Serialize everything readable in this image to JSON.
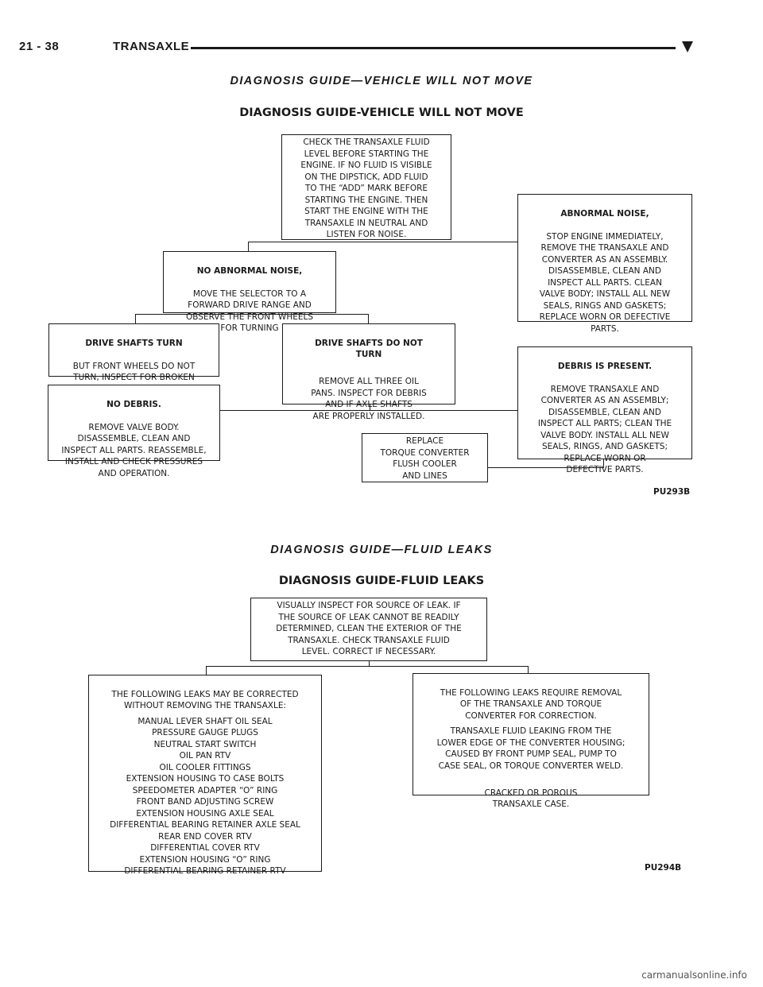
{
  "header": {
    "page_number": "21 - 38",
    "section": "TRANSAXLE"
  },
  "figure1": {
    "caption": "DIAGNOSIS GUIDE—VEHICLE WILL NOT MOVE",
    "title": "DIAGNOSIS GUIDE-VEHICLE WILL NOT MOVE",
    "id": "PU293B",
    "boxes": {
      "check_fluid": "CHECK THE TRANSAXLE FLUID\nLEVEL BEFORE STARTING THE\nENGINE. IF NO FLUID IS VISIBLE\nON THE DIPSTICK, ADD FLUID\nTO THE “ADD” MARK BEFORE\nSTARTING THE ENGINE. THEN\nSTART THE ENGINE WITH THE\nTRANSAXLE IN NEUTRAL AND\nLISTEN FOR NOISE.",
      "abnormal_noise_head": "ABNORMAL NOISE,",
      "abnormal_noise_body": "STOP ENGINE IMMEDIATELY,\nREMOVE THE TRANSAXLE AND\nCONVERTER AS AN ASSEMBLY.\nDISASSEMBLE, CLEAN AND\nINSPECT ALL PARTS. CLEAN\nVALVE BODY; INSTALL ALL NEW\nSEALS, RINGS AND GASKETS;\nREPLACE WORN OR DEFECTIVE\nPARTS.",
      "no_abnormal_head": "NO ABNORMAL NOISE,",
      "no_abnormal_body": "MOVE THE SELECTOR TO A\nFORWARD DRIVE RANGE AND\nOBSERVE THE FRONT WHEELS\nFOR TURNING",
      "shafts_turn_head": "DRIVE SHAFTS TURN",
      "shafts_turn_body": "BUT FRONT WHEELS DO NOT\nTURN, INSPECT FOR BROKEN\nDRIVE SHAFT PARTS.",
      "shafts_not_turn_head": "DRIVE SHAFTS DO NOT\nTURN",
      "shafts_not_turn_body": "REMOVE ALL THREE OIL\nPANS. INSPECT FOR DEBRIS\nAND IF AXLE SHAFTS\nARE PROPERLY INSTALLED.",
      "debris_head": "DEBRIS IS PRESENT.",
      "debris_body": "REMOVE TRANSAXLE AND\nCONVERTER AS AN ASSEMBLY;\nDISASSEMBLE, CLEAN AND\nINSPECT ALL PARTS; CLEAN THE\nVALVE BODY. INSTALL ALL NEW\nSEALS, RINGS, AND GASKETS;\nREPLACE WORN OR\nDEFECTIVE PARTS.",
      "no_debris_head": "NO DEBRIS.",
      "no_debris_body": "REMOVE VALVE BODY.\nDISASSEMBLE, CLEAN AND\nINSPECT ALL PARTS. REASSEMBLE,\nINSTALL AND CHECK PRESSURES\nAND OPERATION.",
      "replace_converter": "REPLACE\nTORQUE CONVERTER\nFLUSH COOLER\nAND LINES"
    }
  },
  "figure2": {
    "caption": "DIAGNOSIS GUIDE—FLUID LEAKS",
    "title": "DIAGNOSIS GUIDE-FLUID LEAKS",
    "id": "PU294B",
    "boxes": {
      "inspect": "VISUALLY INSPECT FOR SOURCE OF LEAK. IF\nTHE SOURCE OF LEAK CANNOT BE READILY\nDETERMINED, CLEAN THE EXTERIOR OF THE\nTRANSAXLE. CHECK TRANSAXLE FLUID\nLEVEL. CORRECT IF NECESSARY.",
      "corrected_intro": "THE FOLLOWING LEAKS MAY BE CORRECTED\nWITHOUT REMOVING THE TRANSAXLE:",
      "corrected_list": "MANUAL LEVER SHAFT OIL SEAL\nPRESSURE GAUGE PLUGS\nNEUTRAL START SWITCH\nOIL PAN RTV\nOIL COOLER FITTINGS\nEXTENSION HOUSING TO CASE BOLTS\nSPEEDOMETER ADAPTER “O” RING\nFRONT BAND ADJUSTING SCREW\nEXTENSION HOUSING AXLE SEAL\nDIFFERENTIAL BEARING RETAINER AXLE SEAL\nREAR END COVER RTV\nDIFFERENTIAL COVER RTV\nEXTENSION HOUSING “O” RING\nDIFFERENTIAL BEARING RETAINER RTV",
      "removal_intro": "THE FOLLOWING LEAKS REQUIRE REMOVAL\nOF THE TRANSAXLE AND TORQUE\nCONVERTER FOR CORRECTION.",
      "removal_p2": "TRANSAXLE FLUID LEAKING FROM THE\nLOWER EDGE OF THE CONVERTER HOUSING;\nCAUSED BY FRONT PUMP SEAL, PUMP TO\nCASE SEAL, OR TORQUE CONVERTER WELD.",
      "removal_p3": "CRACKED OR POROUS\nTRANSAXLE CASE."
    }
  },
  "footer": {
    "watermark": "carmanualsonline.info"
  }
}
